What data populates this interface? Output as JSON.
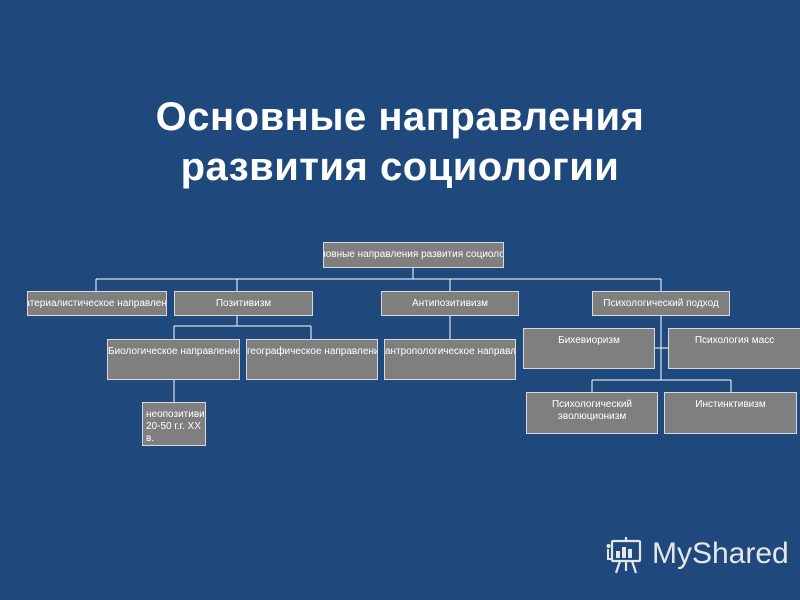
{
  "title": {
    "line1": "Основные направления",
    "line2": "развития социологии"
  },
  "boxes": {
    "root": "Основные направления развития социологии",
    "materialist": "Материалистическое направление",
    "positivism": "Позитивизм",
    "antipositivism": "Антипозитивизм",
    "psychological": "Психологический подход",
    "biological": "Биологическое направление",
    "geographical": "географическое направление",
    "anthropological": "антропологическое направление",
    "behaviorism": "Бихевиоризм",
    "mass_psychology": "Психология масс",
    "neopositivism_line1": "неопозитивизм",
    "neopositivism_line2": "20-50 г.г. XX в.",
    "psych_evolution": "Психологический эволюционизм",
    "instinctivism": "Инстинктивизм"
  },
  "colors": {
    "background": "#1f497d",
    "box_fill": "#7f7f7f",
    "box_border": "#d9d9d9",
    "text": "#ffffff"
  },
  "watermark": {
    "text": "MyShared",
    "icon": "presentation-board-icon"
  }
}
